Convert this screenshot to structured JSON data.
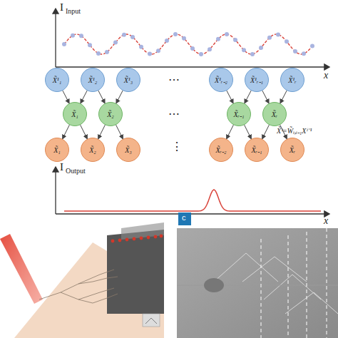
{
  "diagram": {
    "nodes": [
      {
        "text": [
          "X̃¹₁"
        ]
      },
      {
        "text": [
          "X̃¹₂"
        ]
      },
      {
        "text": [
          "X̃¹₃"
        ]
      },
      {
        "text": [
          "X̃¹ᵣ₋₂"
        ]
      },
      {
        "text": [
          "X̃¹ᵣ₋₁"
        ]
      },
      {
        "text": [
          "X̃¹ᵣ"
        ]
      },
      {
        "text": [
          "X̃₁"
        ]
      },
      {
        "text": [
          "X̃₂"
        ]
      },
      {
        "text": [
          "X̃ᵣ₋₁"
        ]
      },
      {
        "text": [
          "X̃ᵣ"
        ]
      },
      {
        "text": [
          "X̃₁"
        ]
      },
      {
        "text": [
          "X̃₂"
        ]
      },
      {
        "text": [
          "X̃₃"
        ]
      },
      {
        "text": [
          "X̃ᵣ₋₂"
        ]
      },
      {
        "text": [
          "X̃ᵣ₋₁"
        ]
      },
      {
        "text": [
          "X̃ᵣ"
        ]
      }
    ],
    "edges": [
      {
        "from": 0,
        "to": 6,
        "arrow": "to"
      },
      {
        "from": 1,
        "to": 6,
        "arrow": "to"
      },
      {
        "from": 1,
        "to": 7,
        "arrow": "to"
      },
      {
        "from": 2,
        "to": 7,
        "arrow": "to"
      },
      {
        "from": 3,
        "to": 8,
        "arrow": "to"
      },
      {
        "from": 4,
        "to": 8,
        "arrow": "to"
      },
      {
        "from": 4,
        "to": 9,
        "arrow": "to"
      },
      {
        "from": 5,
        "to": 9,
        "arrow": "to"
      },
      {
        "from": 6,
        "to": 10,
        "arrow": "to"
      },
      {
        "from": 6,
        "to": 11,
        "arrow": "to"
      },
      {
        "from": 7,
        "to": 11,
        "arrow": "to"
      },
      {
        "from": 7,
        "to": 12,
        "arrow": "to"
      },
      {
        "from": 8,
        "to": 13,
        "arrow": "to"
      },
      {
        "from": 8,
        "to": 14,
        "arrow": "to"
      },
      {
        "from": 9,
        "to": 14,
        "arrow": "to"
      },
      {
        "from": 9,
        "to": 15,
        "arrow": "to"
      }
    ],
    "labels": [
      "I",
      "Input",
      "x",
      "I",
      "Output",
      "x",
      "⋯",
      "⋯",
      "⋮",
      "X̃ⁱ=W̃ᵢ,ᵢ₋₁Xⁱ⁻¹",
      "c"
    ]
  }
}
